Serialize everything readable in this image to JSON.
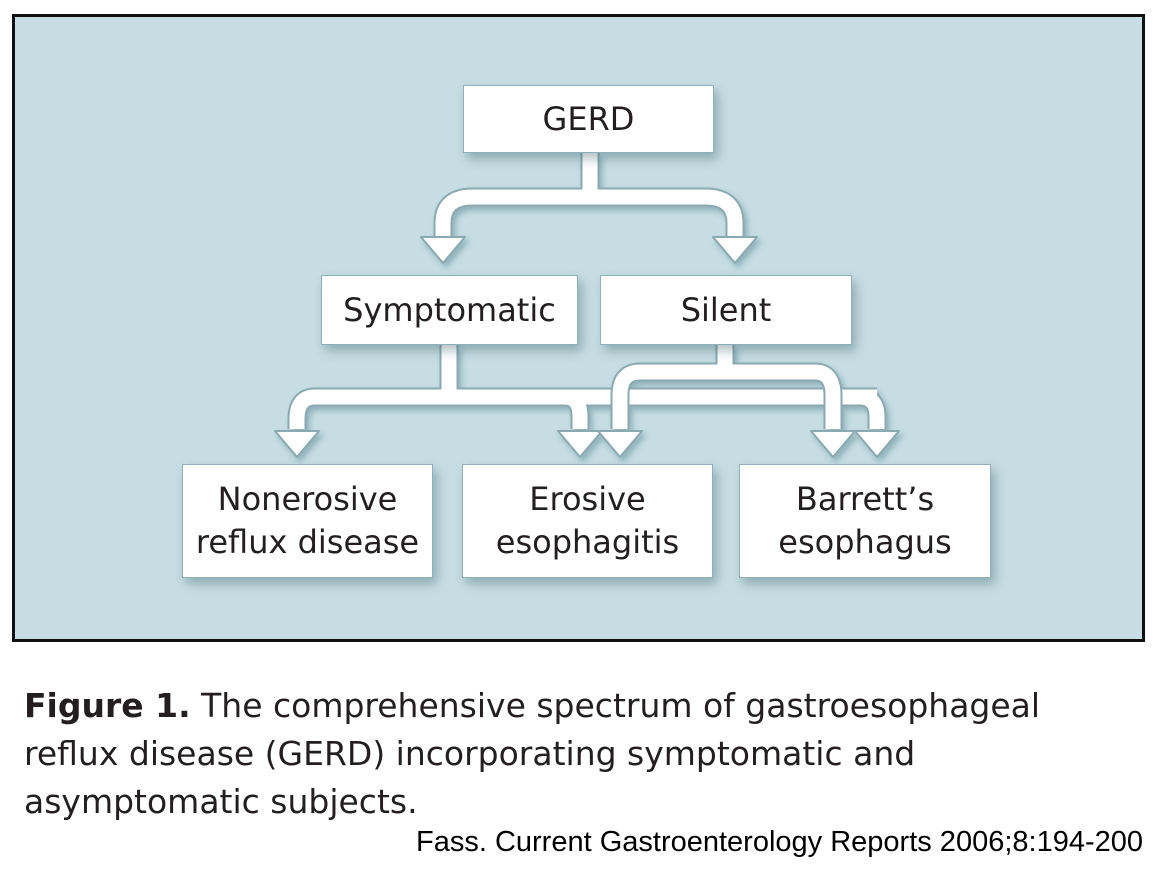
{
  "diagram": {
    "nodes": {
      "root": "GERD",
      "symptomatic": "Symptomatic",
      "silent": "Silent",
      "nerd": [
        "Nonerosive",
        "reflux disease"
      ],
      "erosive": [
        "Erosive",
        "esophagitis"
      ],
      "barretts": [
        "Barrett’s",
        "esophagus"
      ]
    },
    "edges": [
      {
        "from": "GERD",
        "to": "Symptomatic"
      },
      {
        "from": "GERD",
        "to": "Silent"
      },
      {
        "from": "Symptomatic",
        "to": "Nonerosive reflux disease"
      },
      {
        "from": "Symptomatic",
        "to": "Erosive esophagitis"
      },
      {
        "from": "Symptomatic",
        "to": "Barrett’s esophagus"
      },
      {
        "from": "Silent",
        "to": "Erosive esophagitis"
      },
      {
        "from": "Silent",
        "to": "Barrett’s esophagus"
      }
    ],
    "colors": {
      "panel_background": "#c6dde3",
      "node_fill": "#ffffff",
      "connector_fill": "#ffffff",
      "frame": "#111111"
    }
  },
  "caption": {
    "label": "Figure 1.",
    "text": " The comprehensive spectrum of gastroesophageal reflux disease (GERD) incorporating symptomatic and asymptomatic subjects."
  },
  "citation": "Fass. Current Gastroenterology Reports 2006;8:194-200"
}
